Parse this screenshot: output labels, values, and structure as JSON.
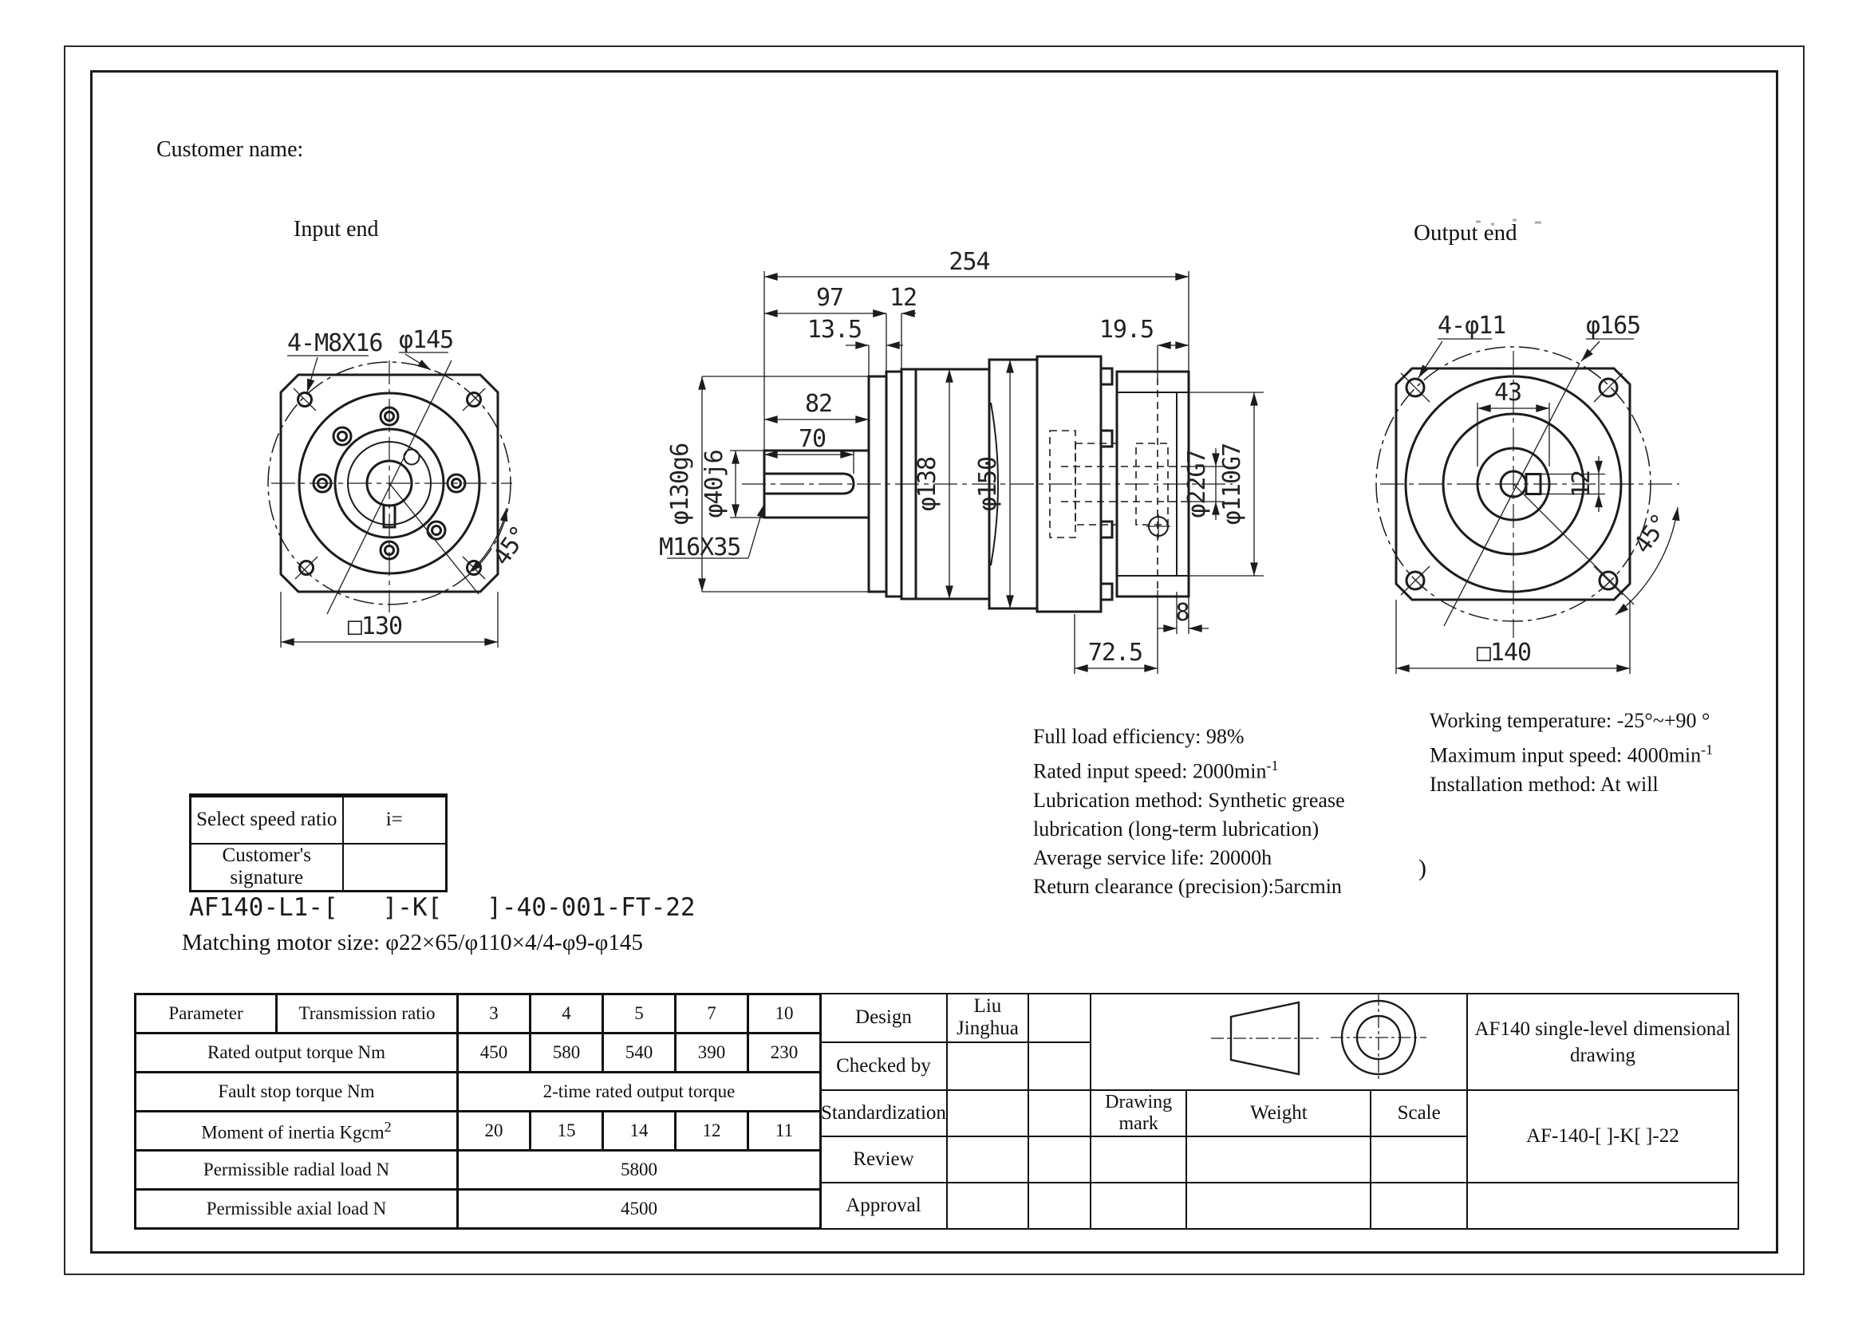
{
  "page": {
    "customer_name_label": "Customer name:",
    "stray_paren": ")"
  },
  "views": {
    "input": {
      "title": "Input end",
      "dims": {
        "bolt_thread": "4-M8X16",
        "bolt_circle": "φ145",
        "angle": "45°",
        "square": "□130"
      }
    },
    "side": {
      "dims": {
        "total_length": "254",
        "front_length": "97",
        "flange_thickness": "12",
        "pilot_length": "13.5",
        "rear_flange": "19.5",
        "shaft_length": "82",
        "key_length": "70",
        "pilot_dia": "φ130g6",
        "shaft_dia": "φ40j6",
        "end_thread": "M16X35",
        "body_dia": "φ138",
        "body_dia2": "φ150",
        "bore_dia": "φ22G7",
        "spigot_dia": "φ110G7",
        "step": "8",
        "rear_length": "72.5"
      }
    },
    "output": {
      "title": "Output end",
      "dims": {
        "bolt_holes": "4-φ11",
        "bolt_circle": "φ165",
        "hub_width": "43",
        "key_width": "12",
        "angle": "45°",
        "square": "□140"
      }
    }
  },
  "specs": {
    "left": {
      "l1": "Full load efficiency: 98%",
      "l2": "Rated input speed: 2000min",
      "l2_sup": "-1",
      "l3": "Lubrication method: Synthetic grease",
      "l4": "lubrication (long-term lubrication)",
      "l5": "Average service life: 20000h",
      "l6": "Return clearance (precision):5arcmin"
    },
    "right": {
      "r1": "Working temperature: -25°~+90 °",
      "r2": "Maximum input speed: 4000min",
      "r2_sup": "-1",
      "r3": "Installation method: At will"
    }
  },
  "ratio_table": {
    "r1_label": "Select speed ratio",
    "r1_value": "i=",
    "r2_label": "Customer's signature",
    "r2_value": ""
  },
  "order_code": "AF140-L1-[   ]-K[   ]-40-001-FT-22",
  "motor_size": "Matching motor size: φ22×65/φ110×4/4-φ9-φ145",
  "param_table": {
    "corner": "Parameter",
    "header": "Transmission ratio",
    "ratios": [
      "3",
      "4",
      "5",
      "7",
      "10"
    ],
    "rows": [
      {
        "label": "Rated output torque Nm",
        "values": [
          "450",
          "580",
          "540",
          "390",
          "230"
        ]
      },
      {
        "label": "Fault stop torque Nm",
        "merged": "2-time rated output torque"
      },
      {
        "label": "Moment of inertia Kgcm",
        "label_sup": "2",
        "values": [
          "20",
          "15",
          "14",
          "12",
          "11"
        ]
      },
      {
        "label": "Permissible radial load N",
        "merged": "5800"
      },
      {
        "label": "Permissible axial load N",
        "merged": "4500"
      }
    ]
  },
  "title_block": {
    "rows": [
      "Design",
      "Checked by",
      "Standardization",
      "Review",
      "Approval"
    ],
    "design_value": "Liu Jinghua",
    "drawing_mark_label": "Drawing mark",
    "weight_label": "Weight",
    "scale_label": "Scale",
    "drawing_title": "AF140 single-level dimensional drawing",
    "part_number": "AF-140-[ ]-K[ ]-22"
  }
}
